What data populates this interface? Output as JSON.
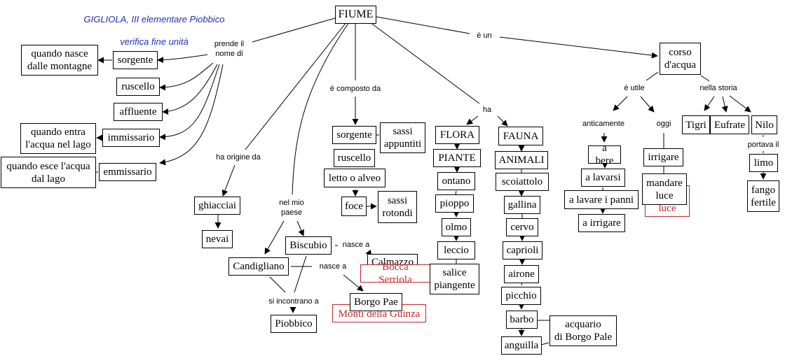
{
  "title": {
    "line1": "GIGLIOLA, III elementare Piobbico",
    "line2": "verifica fine unità",
    "color": "#2230b8"
  },
  "colors": {
    "node_border": "#000000",
    "overlay_red": "#c0282a"
  },
  "nodes": {
    "fiume": "FIUME",
    "sorgente_nome": "sorgente",
    "quando_nasce": "quando nasce\ndalle montagne",
    "ruscello_nome": "ruscello",
    "affluente": "affluente",
    "immissario": "immissario",
    "quando_entra": "quando entra\nl'acqua nel lago",
    "emmissario": "emmissario",
    "quando_esce": "quando esce l'acqua\ndal lago",
    "ghiacciai": "ghiacciai",
    "nevai": "nevai",
    "biscubio": "Biscubio",
    "candigliano": "Candigliano",
    "piobbico": "Piobbico",
    "calmazzo": "Calmazzo",
    "bocca_serriola": "Bocca Serriola",
    "borgo_pae": "Borgo Pae",
    "monti_guinza": "Monti della Guinza",
    "sorgente_comp": "sorgente",
    "sassi_appuntiti": "sassi\nappuntiti",
    "ruscello_comp": "ruscello",
    "letto_alveo": "letto o alveo",
    "foce": "foce",
    "sassi_rotondi": "sassi\nrotondi",
    "flora": "FLORA",
    "piante": "PIANTE",
    "ontano": "ontano",
    "pioppo": "pioppo",
    "olmo": "olmo",
    "leccio": "leccio",
    "salice": "salice\npiangente",
    "fauna": "FAUNA",
    "animali": "ANIMALI",
    "scoiattolo": "scoiattolo",
    "gallina": "gallina",
    "cervo": "cervo",
    "caprioli": "caprioli",
    "airone": "airone",
    "picchio": "picchio",
    "barbo": "barbo",
    "anguilla": "anguilla",
    "acquario": "acquario\ndi Borgo Pale",
    "corso_acqua": "corso\nd'acqua",
    "a_bere": "a bere",
    "a_lavarsi": "a lavarsi",
    "a_lavare_panni": "a lavare i panni",
    "a_irrigare": "a irrigare",
    "irrigare": "irrigare",
    "luce_red": "luce",
    "mandare_luce": "mandare\nluce",
    "tigri": "Tigri",
    "eufrate": "Eufrate",
    "nilo": "Nilo",
    "limo": "limo",
    "fango_fertile": "fango\nfertile"
  },
  "links": {
    "prende_nome": "prende il\nnome di",
    "ha_origine": "ha origine da",
    "nel_mio_paese": "nel mio\npaese",
    "nasce_a_1": "nasce a",
    "nasce_a_2": "nasce a",
    "si_incontrano": "si incontrano a",
    "composto_da": "è composto da",
    "ha": "ha",
    "e_un": "è un",
    "e_utile": "è utile",
    "nella_storia": "nella storia",
    "anticamente": "anticamente",
    "oggi": "oggi",
    "portava_il": "portava il"
  }
}
